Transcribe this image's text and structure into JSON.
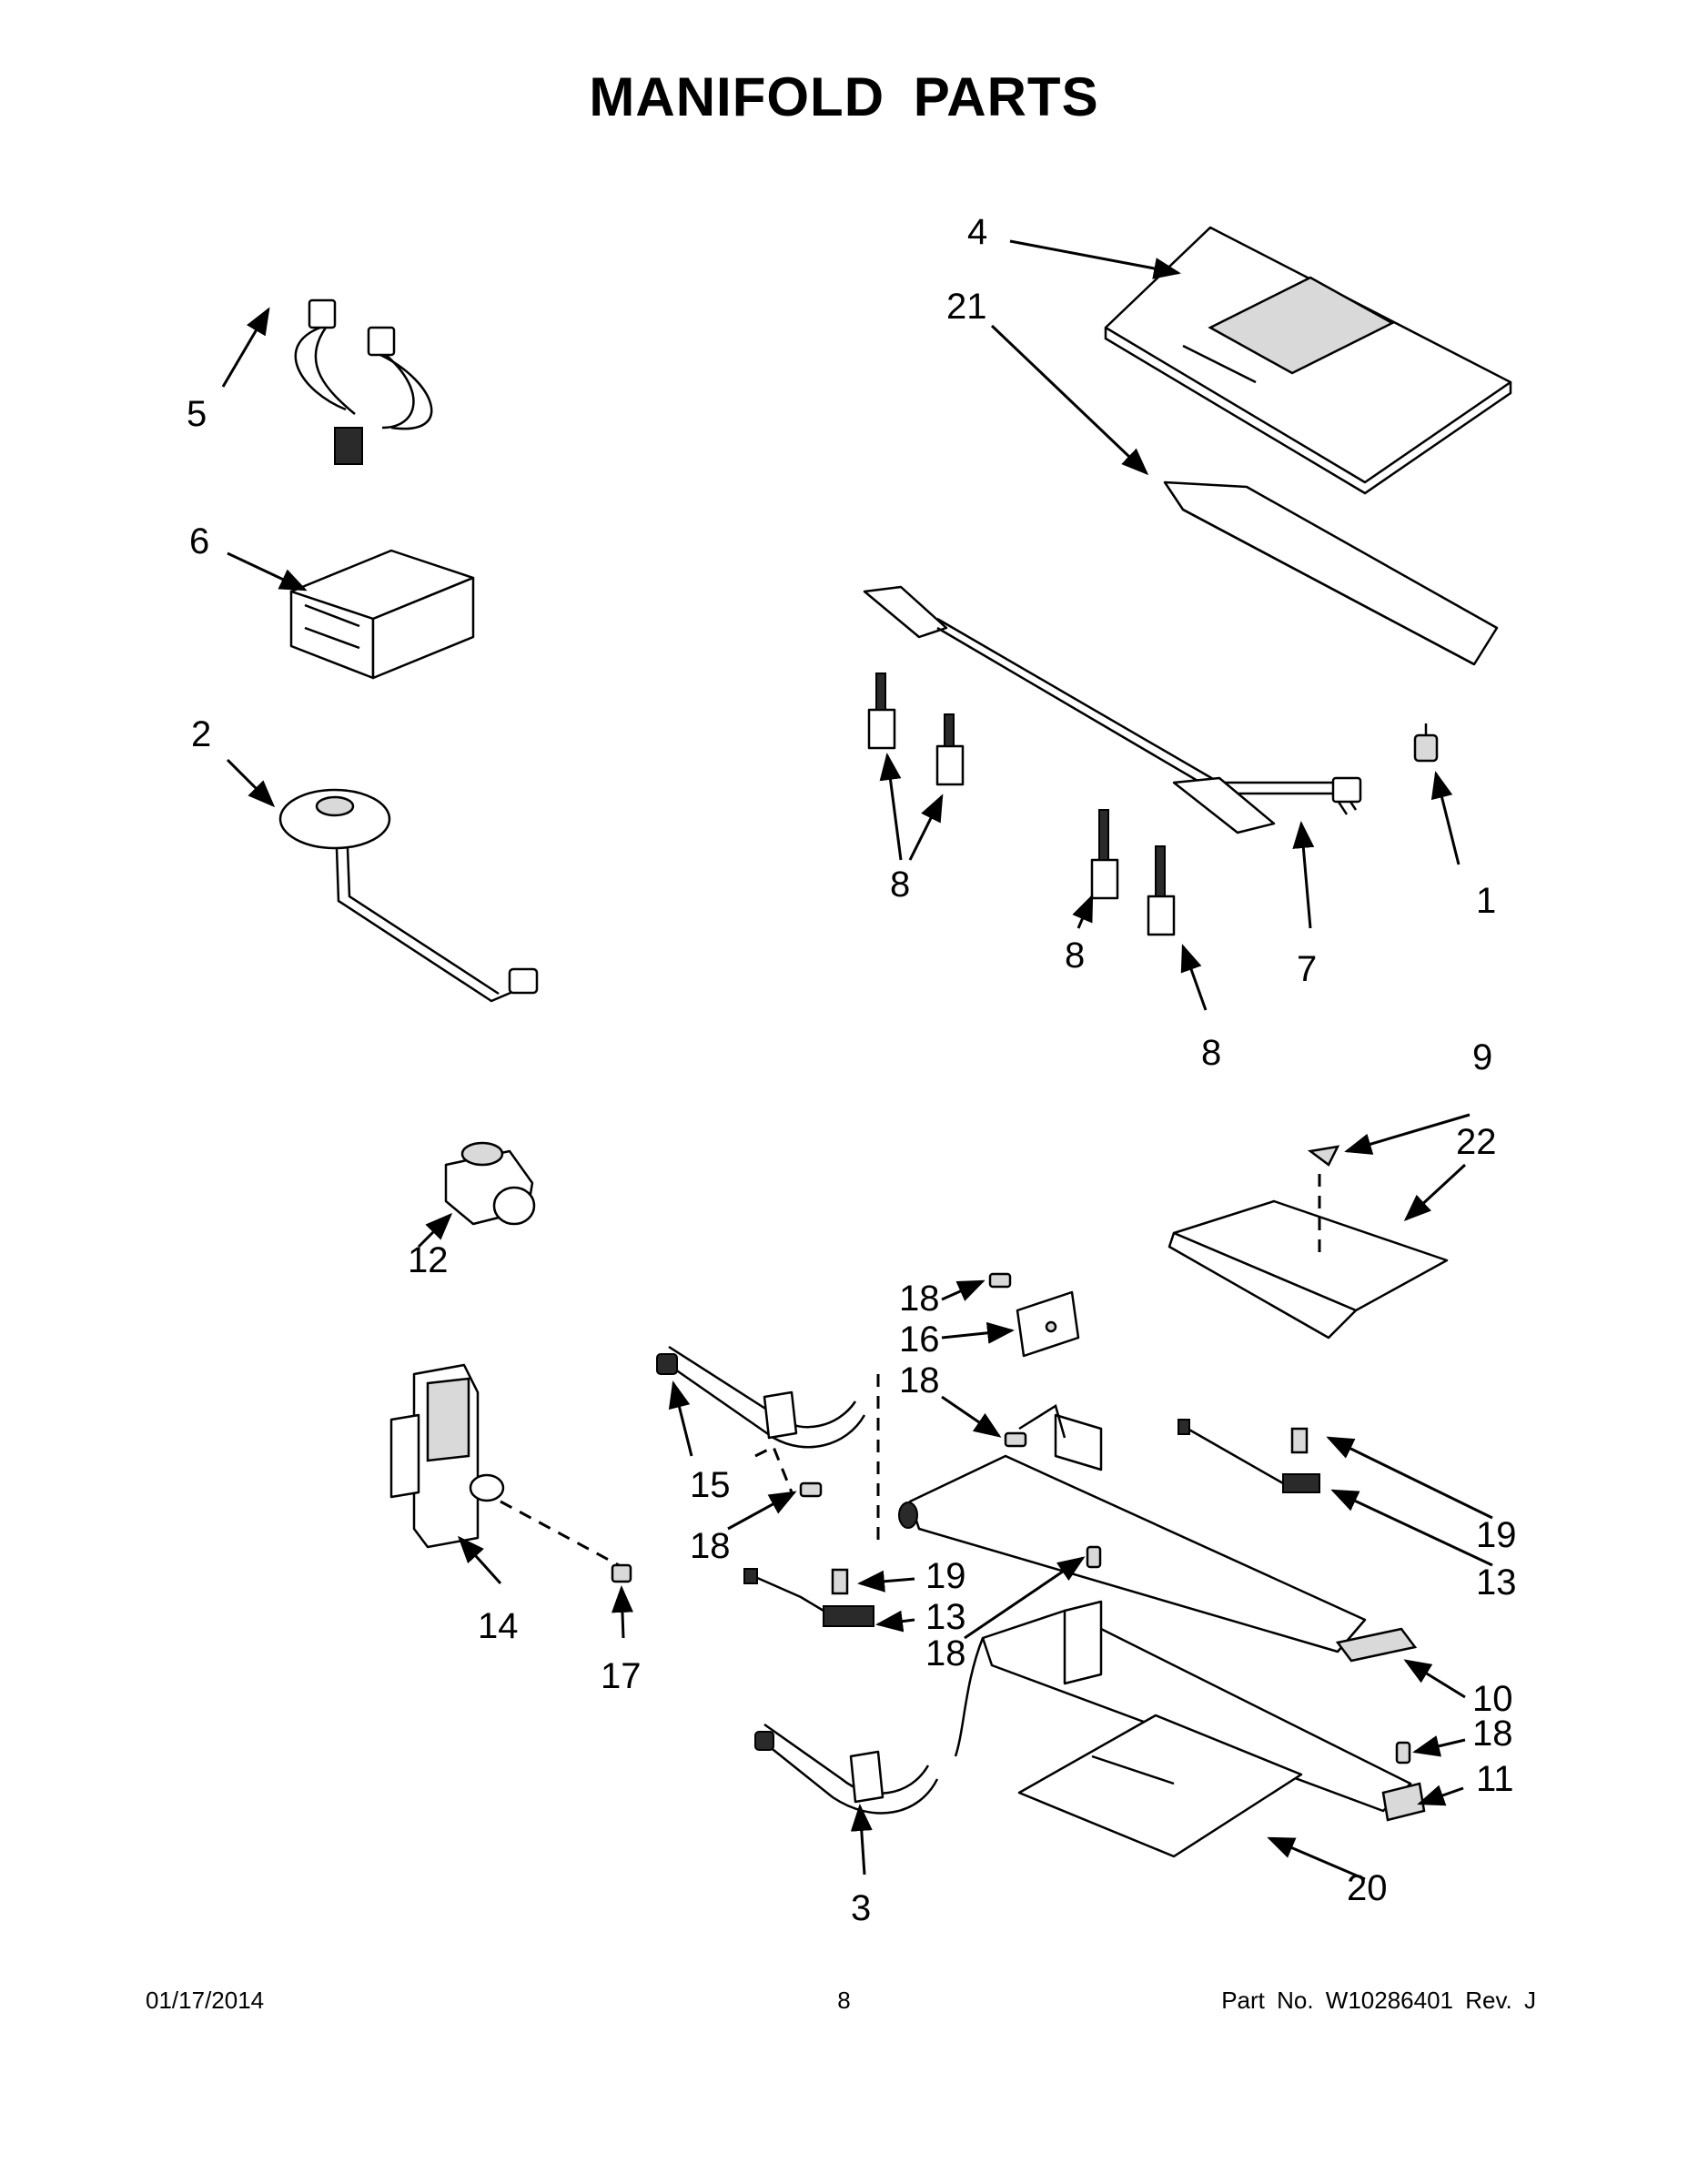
{
  "title": "MANIFOLD PARTS",
  "callouts": [
    {
      "id": "c1",
      "label": "1"
    },
    {
      "id": "c2",
      "label": "2"
    },
    {
      "id": "c3",
      "label": "3"
    },
    {
      "id": "c4",
      "label": "4"
    },
    {
      "id": "c5",
      "label": "5"
    },
    {
      "id": "c6",
      "label": "6"
    },
    {
      "id": "c7",
      "label": "7"
    },
    {
      "id": "c8a",
      "label": "8"
    },
    {
      "id": "c8b",
      "label": "8"
    },
    {
      "id": "c8c",
      "label": "8"
    },
    {
      "id": "c9",
      "label": "9"
    },
    {
      "id": "c10",
      "label": "10"
    },
    {
      "id": "c11",
      "label": "11"
    },
    {
      "id": "c12",
      "label": "12"
    },
    {
      "id": "c13a",
      "label": "13"
    },
    {
      "id": "c13b",
      "label": "13"
    },
    {
      "id": "c14",
      "label": "14"
    },
    {
      "id": "c15",
      "label": "15"
    },
    {
      "id": "c16",
      "label": "16"
    },
    {
      "id": "c17",
      "label": "17"
    },
    {
      "id": "c18a",
      "label": "18"
    },
    {
      "id": "c18b",
      "label": "18"
    },
    {
      "id": "c18c",
      "label": "18"
    },
    {
      "id": "c18d",
      "label": "18"
    },
    {
      "id": "c18e",
      "label": "18"
    },
    {
      "id": "c19a",
      "label": "19"
    },
    {
      "id": "c19b",
      "label": "19"
    },
    {
      "id": "c20",
      "label": "20"
    },
    {
      "id": "c21",
      "label": "21"
    },
    {
      "id": "c22",
      "label": "22"
    }
  ],
  "footer": {
    "date": "01/17/2014",
    "page": "8",
    "part_no": "Part No.  W10286401  Rev.  J"
  }
}
